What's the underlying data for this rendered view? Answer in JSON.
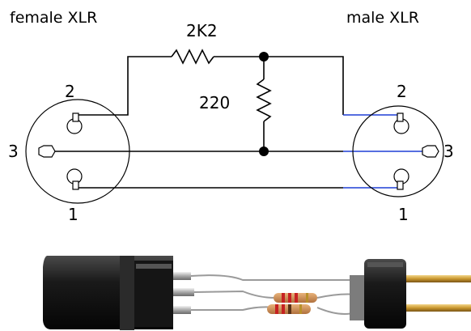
{
  "labels": {
    "female_connector": "female XLR",
    "male_connector": "male XLR",
    "series_resistor": "2K2",
    "shunt_resistor": "220",
    "female_pin_2": "2",
    "female_pin_3": "3",
    "female_pin_1": "1",
    "male_pin_2": "2",
    "male_pin_3": "3",
    "male_pin_1": "1"
  },
  "colors": {
    "wire": "#000000",
    "male_wire": "#1f3fd6",
    "background": "#ffffff"
  }
}
